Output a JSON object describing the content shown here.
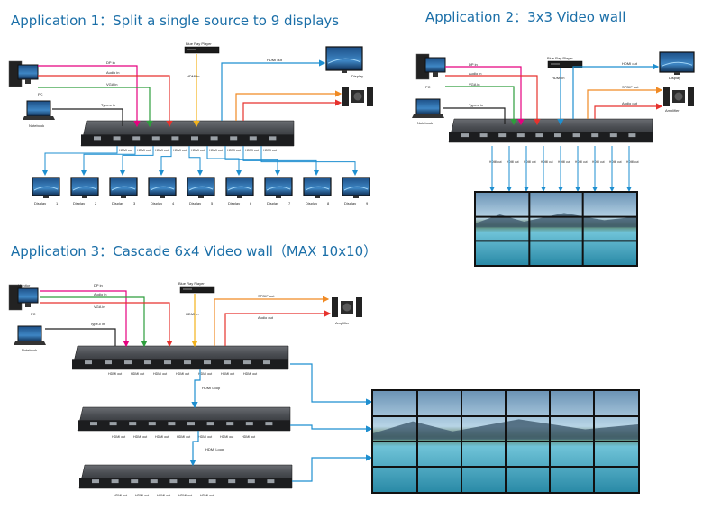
{
  "titles": {
    "app1": "Application 1：Split a single source to 9 displays",
    "app2": "Application 2：3x3 Video wall",
    "app3": "Application 3：Cascade 6x4 Video wall（MAX   10x10）"
  },
  "labels": {
    "pc": "PC",
    "notebook": "Notebook",
    "monitor": "Monitor",
    "blu_ray": "Blue Ray Player",
    "display": "Display",
    "amplifier": "Amplifier",
    "dp_in": "DP in",
    "audio_in": "Audio in",
    "vga_in": "VGA in",
    "type_c_in": "Type-c in",
    "hdmi_in": "HDMI in",
    "hdmi_out": "HDMI out",
    "spdif_out": "SPDIF out",
    "audio_out": "Audio out",
    "hdmi_loop": "HDMI Loop"
  },
  "app1_displays": [
    {
      "label": "Display",
      "num": "1"
    },
    {
      "label": "Display",
      "num": "2"
    },
    {
      "label": "Display",
      "num": "3"
    },
    {
      "label": "Display",
      "num": "4"
    },
    {
      "label": "Display",
      "num": "5"
    },
    {
      "label": "Display",
      "num": "6"
    },
    {
      "label": "Display",
      "num": "7"
    },
    {
      "label": "Display",
      "num": "8"
    },
    {
      "label": "Display",
      "num": "9"
    }
  ],
  "colors": {
    "title": "#1b6fa8",
    "dp": "#e5007f",
    "audio": "#e6322d",
    "vga": "#2d9e3c",
    "hdmi": "#1e8fd0",
    "blu_ray": "#f2b21c",
    "spdif": "#f08a24",
    "type_c": "#222222"
  },
  "video_walls": {
    "app2": {
      "cols": 3,
      "rows": 3
    },
    "app3": {
      "cols": 6,
      "rows": 4
    }
  }
}
